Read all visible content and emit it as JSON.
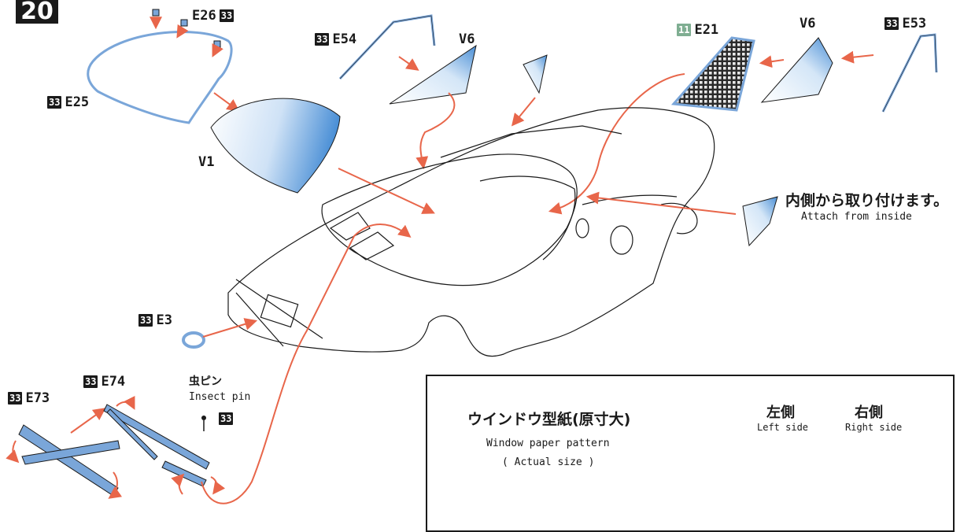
{
  "step": "20",
  "badges": {
    "b33": "33",
    "b11": "11"
  },
  "parts": {
    "e26": "E26",
    "e25": "E25",
    "v1": "V1",
    "e54": "E54",
    "v6_left": "V6",
    "e21": "E21",
    "v6_right": "V6",
    "e53": "E53",
    "e3": "E3",
    "e74": "E74",
    "e73": "E73"
  },
  "insect_pin": {
    "jp": "虫ピン",
    "en": "Insect pin"
  },
  "attach_note": {
    "jp": "内側から取り付けます。",
    "en": "Attach from inside"
  },
  "window_pattern": {
    "title_jp": "ウインドウ型紙(原寸大)",
    "title_en": "Window paper pattern",
    "subtitle_en": "( Actual size )",
    "left_jp": "左側",
    "left_en": "Left side",
    "right_jp": "右側",
    "right_en": "Right side"
  },
  "colors": {
    "ink": "#1a1a1a",
    "arrow": "#e8664a",
    "part_blue": "#7aa6d9",
    "glass_blue": "#4a8fd6",
    "badge_green": "#7fae92"
  }
}
